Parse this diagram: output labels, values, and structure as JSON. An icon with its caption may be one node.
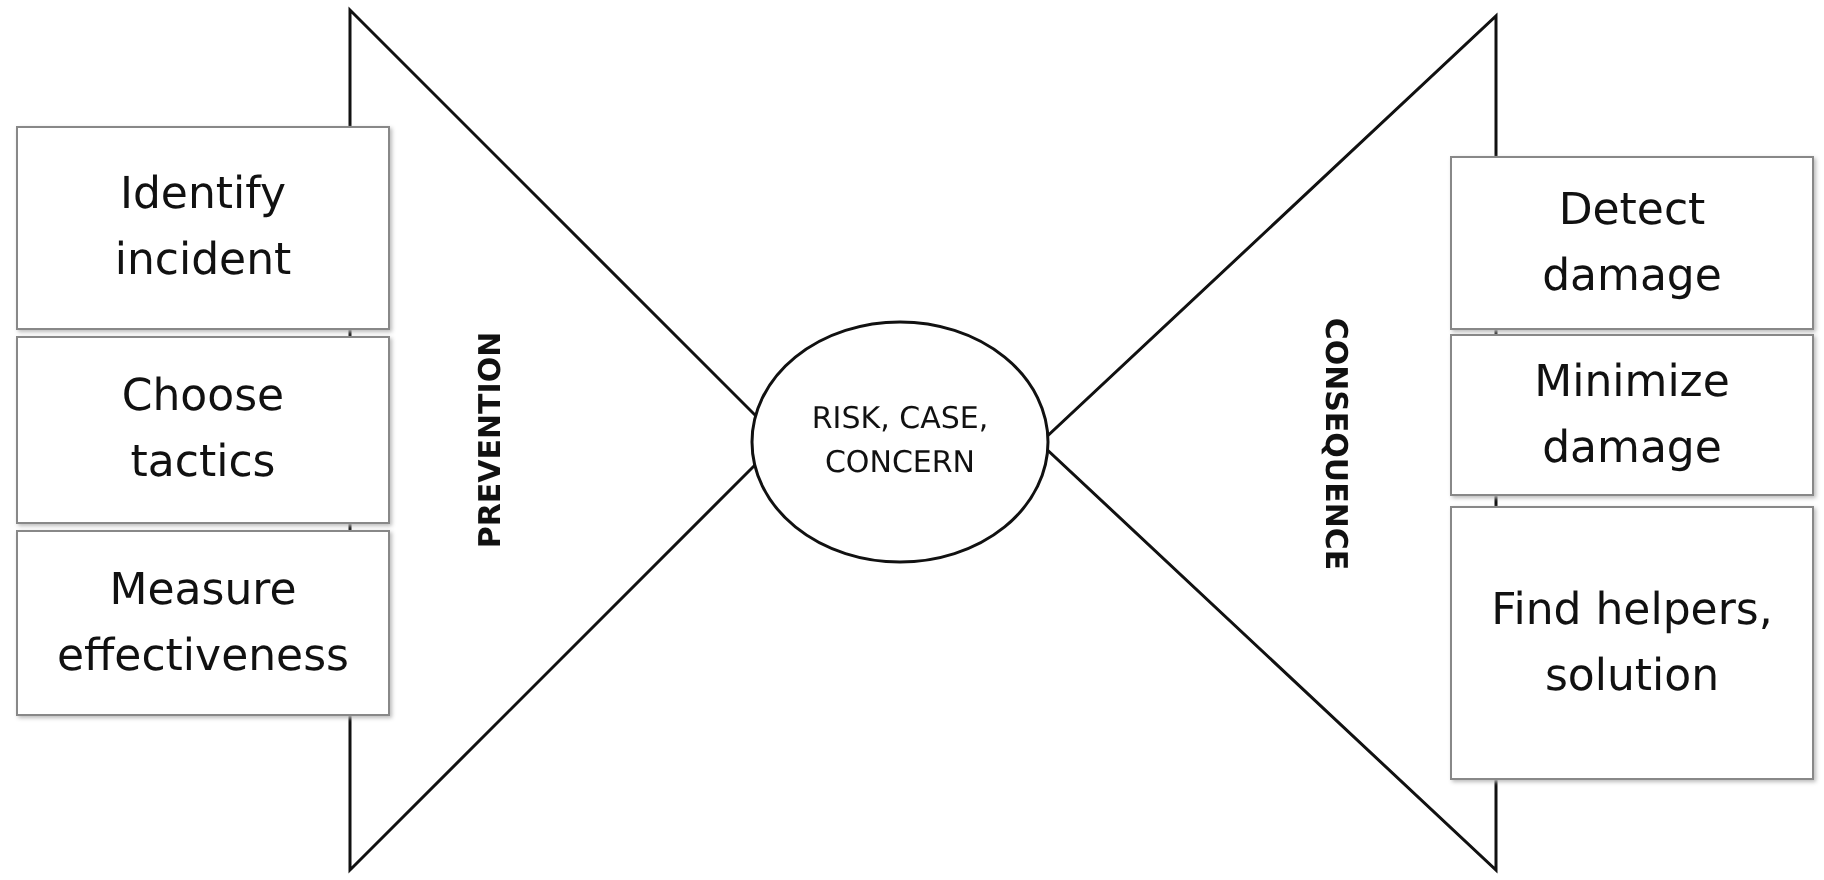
{
  "diagram": {
    "nodes": [
      {
        "text": [
          "Identify incident"
        ]
      },
      {
        "text": [
          "Choose tactics"
        ]
      },
      {
        "text": [
          "Measure effectiveness"
        ]
      },
      {
        "text": [
          "PREVENTION"
        ]
      },
      {
        "text": [
          "RISK, CASE, CONCERN"
        ]
      },
      {
        "text": [
          "CONSEQUENCE"
        ]
      },
      {
        "text": [
          "Detect damage"
        ]
      },
      {
        "text": [
          "Minimize damage"
        ]
      },
      {
        "text": [
          "Find helpers, solution"
        ]
      }
    ]
  }
}
